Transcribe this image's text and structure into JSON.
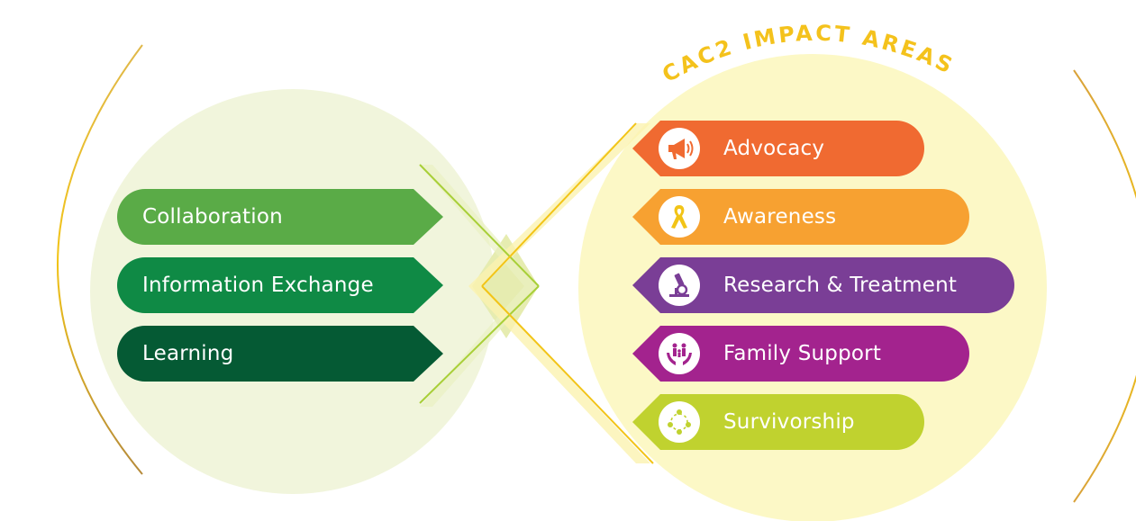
{
  "title": "CAC2 IMPACT AREAS",
  "colors": {
    "left_circle": "#f1f5dc",
    "right_circle": "#fcf8c6",
    "title": "#f4c21c",
    "line_green": "#a8cf38",
    "line_gold": "#f2c417"
  },
  "left_items": [
    {
      "label": "Collaboration",
      "color": "#5aab47"
    },
    {
      "label": "Information Exchange",
      "color": "#0f8a45"
    },
    {
      "label": "Learning",
      "color": "#055a34"
    }
  ],
  "right_items": [
    {
      "label": "Advocacy",
      "color": "#f06a31",
      "icon": "megaphone-icon"
    },
    {
      "label": "Awareness",
      "color": "#f7a131",
      "icon": "ribbon-icon"
    },
    {
      "label": "Research & Treatment",
      "color": "#7a3e96",
      "icon": "microscope-icon"
    },
    {
      "label": "Family Support",
      "color": "#a3238e",
      "icon": "family-hands-icon"
    },
    {
      "label": "Survivorship",
      "color": "#c0d22f",
      "icon": "community-circle-icon"
    }
  ]
}
